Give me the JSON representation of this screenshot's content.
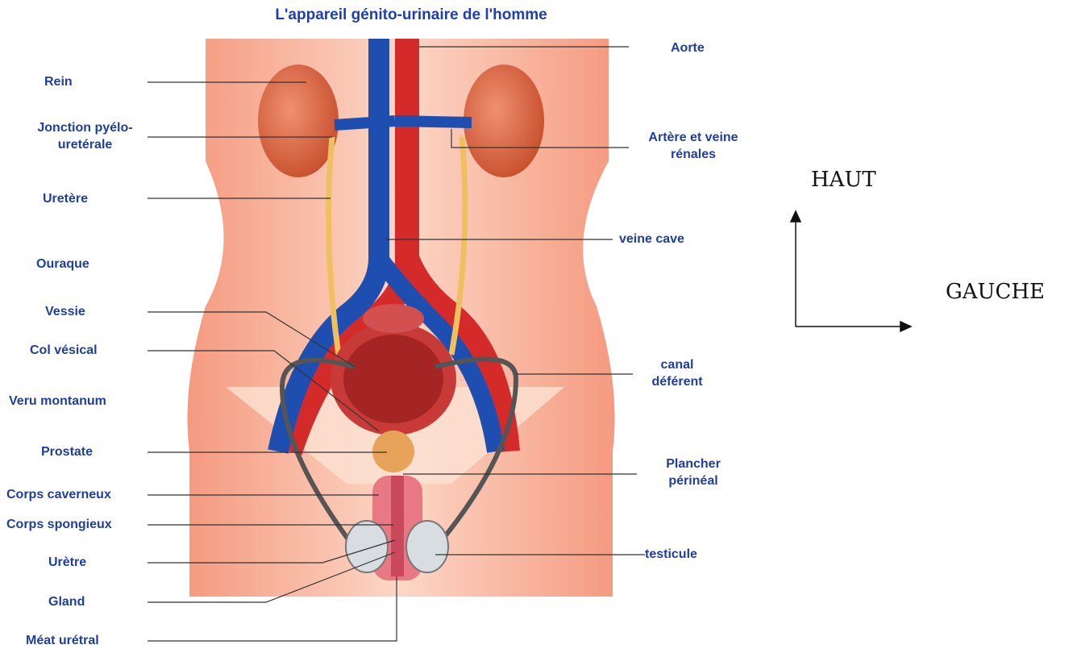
{
  "title": "L'appareil génito-urinaire de l'homme",
  "labels_left": [
    "Rein",
    "Jonction pyélo-uretérale",
    "Uretère",
    "Ouraque",
    "Vessie",
    "Col vésical",
    "Veru montanum",
    "Prostate",
    "Corps caverneux",
    "Corps spongieux",
    "Urètre",
    "Gland",
    "Méat urétral"
  ],
  "labels_right": [
    "Aorte",
    "Artère et veine rénales",
    "veine cave",
    "canal déférent",
    "Plancher périnéal",
    "testicule"
  ],
  "orientation": {
    "up": "HAUT",
    "side": "GAUCHE"
  },
  "colors": {
    "label_text": "#1f3f9f",
    "skin": "#f7b49a",
    "artery": "#d42a2a",
    "vein": "#1e4fb0",
    "kidney": "#d9623e",
    "ureter": "#f0c060"
  }
}
